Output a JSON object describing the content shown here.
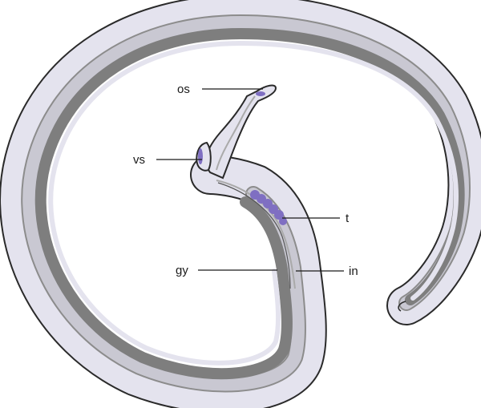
{
  "labels": {
    "os": "os",
    "vs": "vs",
    "t": "t",
    "gy": "gy",
    "in": "in"
  },
  "colors": {
    "outer_body": "#e4e3ee",
    "outline": "#2a2a2a",
    "muscle_band": "#8c8c8c",
    "gut_band": "#7e7e7e",
    "inner_line": "#aaaaaa",
    "testes": "#7f6fc2",
    "sucker": "#7f6fc2",
    "background": "#ffffff"
  }
}
